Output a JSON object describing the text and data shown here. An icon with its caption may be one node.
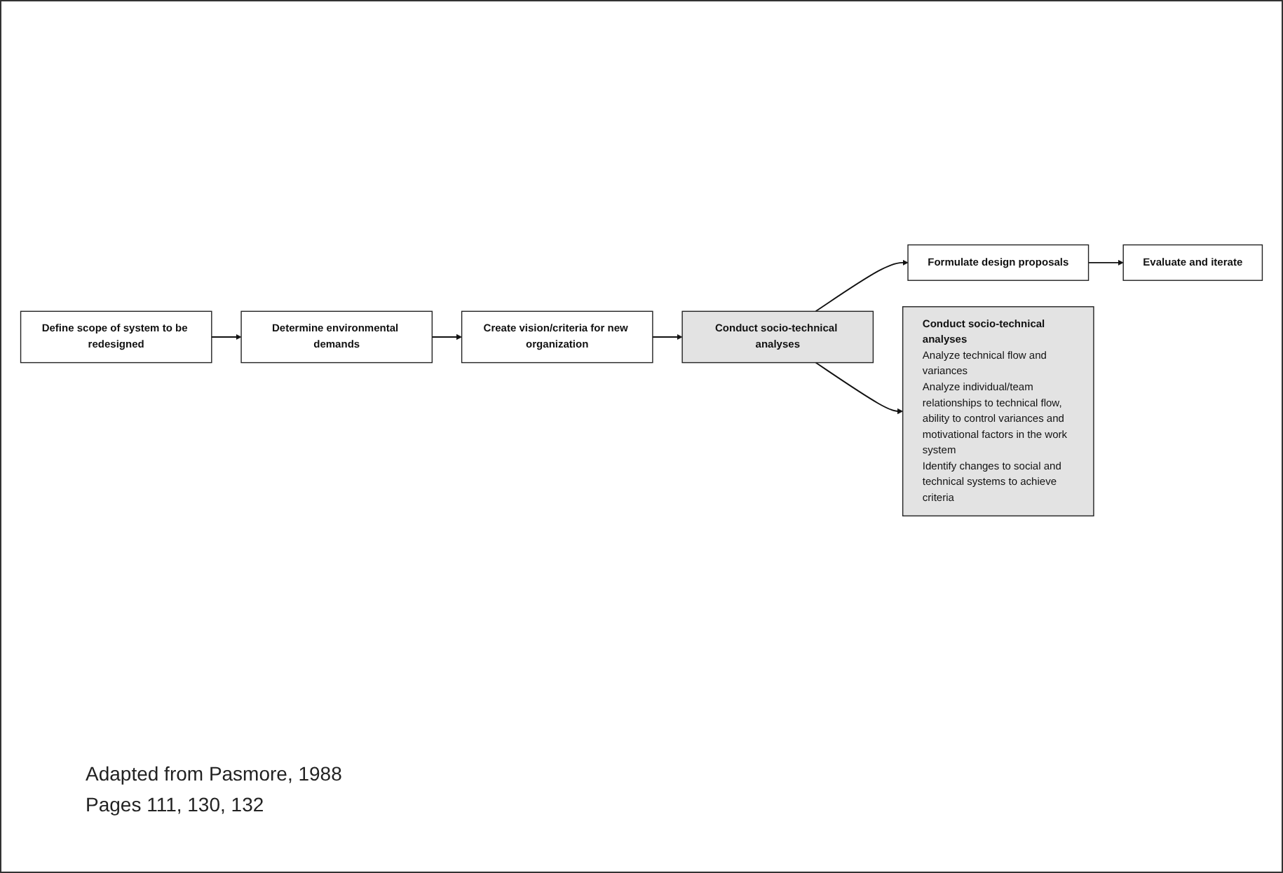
{
  "diagram": {
    "nodes": [
      {
        "text": [
          "Define scope of system to be redesigned"
        ]
      },
      {
        "text": [
          "Determine environmental demands"
        ]
      },
      {
        "text": [
          "Create vision/criteria for new organization"
        ]
      },
      {
        "text": [
          "Conduct socio-technical analyses"
        ]
      },
      {
        "text": [
          "Formulate design proposals"
        ]
      },
      {
        "text": [
          "Evaluate and iterate"
        ]
      },
      {
        "text": [
          "Conduct socio-technical analyses",
          "Analyze technical flow and variances",
          "Analyze individual/team relationships to technical flow, ability to control variances and motivational factors in the work system",
          "Identify changes to social and technical systems to achieve criteria"
        ]
      }
    ],
    "edges": [
      {
        "from": 0,
        "to": 1,
        "arrow": "to"
      },
      {
        "from": 1,
        "to": 2,
        "arrow": "to"
      },
      {
        "from": 2,
        "to": 3,
        "arrow": "to"
      },
      {
        "from": 3,
        "to": 6,
        "arrow": "to"
      },
      {
        "from": 3,
        "to": 4,
        "arrow": "to"
      },
      {
        "from": 4,
        "to": 5,
        "arrow": "to"
      }
    ],
    "labels": [
      "Adapted from Pasmore, 1988",
      "Pages 111, 130, 132"
    ]
  }
}
